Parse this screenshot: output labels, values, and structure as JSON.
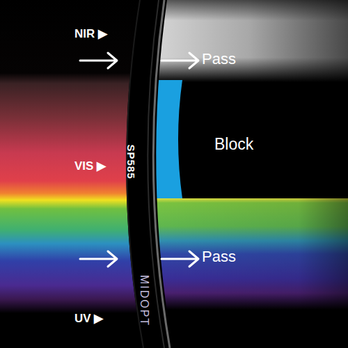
{
  "diagram": {
    "labels": [
      "NIR ▶",
      "VIS ▶",
      "UV ▶",
      "Pass",
      "Block",
      "Pass",
      "SP585",
      "MIDOPT"
    ]
  }
}
